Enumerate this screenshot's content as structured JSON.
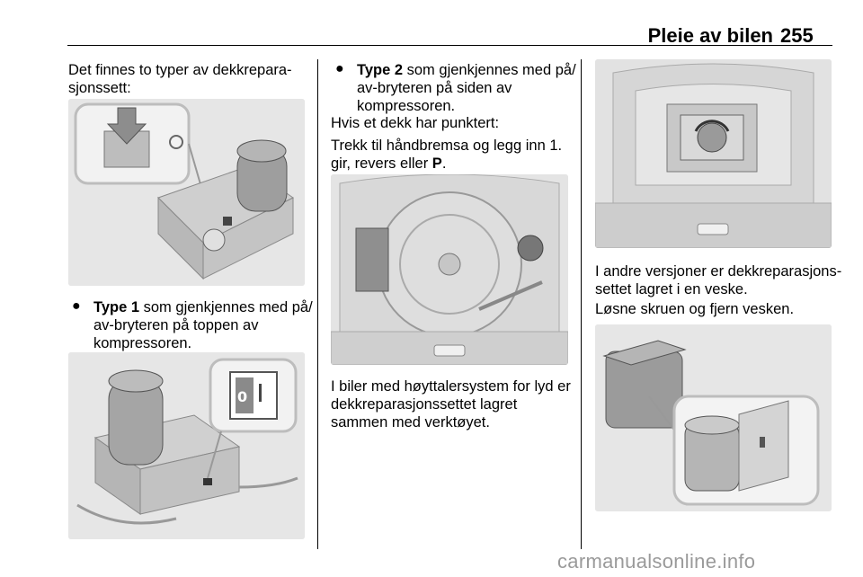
{
  "header": {
    "title": "Pleie av bilen",
    "page_number": "255"
  },
  "col1": {
    "intro": "Det finnes to typer av dekkrepara-\nsjonssett:",
    "bullet1_bold": "Type 1",
    "bullet1_rest_line1": " som gjenkjennes med på/",
    "bullet1_rest": "av-bryteren på toppen av\nkompressoren."
  },
  "col2": {
    "bullet2_bold": "Type 2",
    "bullet2_rest_line1": " som gjenkjennes med på/",
    "bullet2_rest": "av-bryteren på siden av\nkompressoren.",
    "para1": "Hvis et dekk har punktert:",
    "para2_line1": "Trekk til håndbremsa og legg inn 1.",
    "para2_line2_prefix": "gir, revers eller ",
    "para2_line2_bold": "P",
    "para2_line2_suffix": ".",
    "para3": "I biler med høyttalersystem for lyd er\ndekkreparasjonssettet lagret\nsammen med verktøyet."
  },
  "col3": {
    "para1": "I andre versjoner er dekkreparasjons-\nsettet lagret i en veske.",
    "para2": "Løsne skruen og fjern vesken."
  },
  "footer": {
    "watermark": "carmanualsonline.info"
  }
}
